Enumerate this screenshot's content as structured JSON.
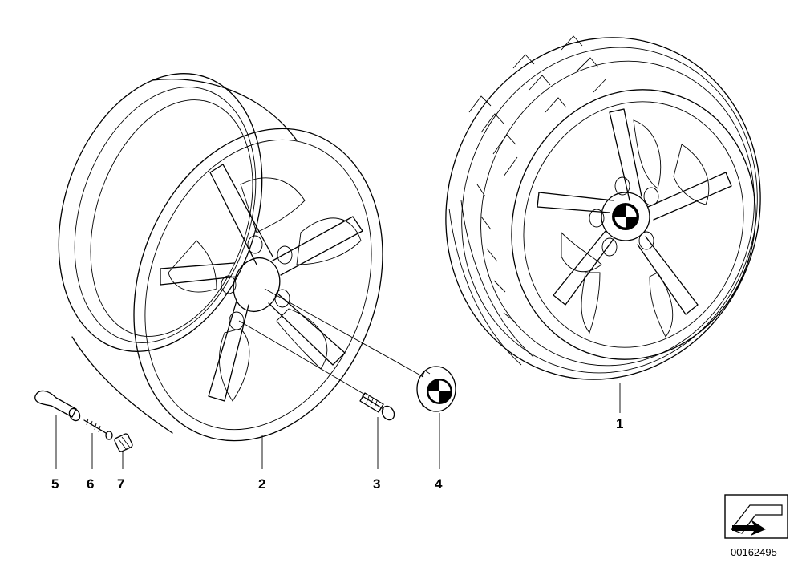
{
  "diagram": {
    "callouts": [
      {
        "id": "1",
        "label": "1"
      },
      {
        "id": "2",
        "label": "2"
      },
      {
        "id": "3",
        "label": "3"
      },
      {
        "id": "4",
        "label": "4"
      },
      {
        "id": "5",
        "label": "5"
      },
      {
        "id": "6",
        "label": "6"
      },
      {
        "id": "7",
        "label": "7"
      }
    ],
    "reference_number": "00162495"
  }
}
